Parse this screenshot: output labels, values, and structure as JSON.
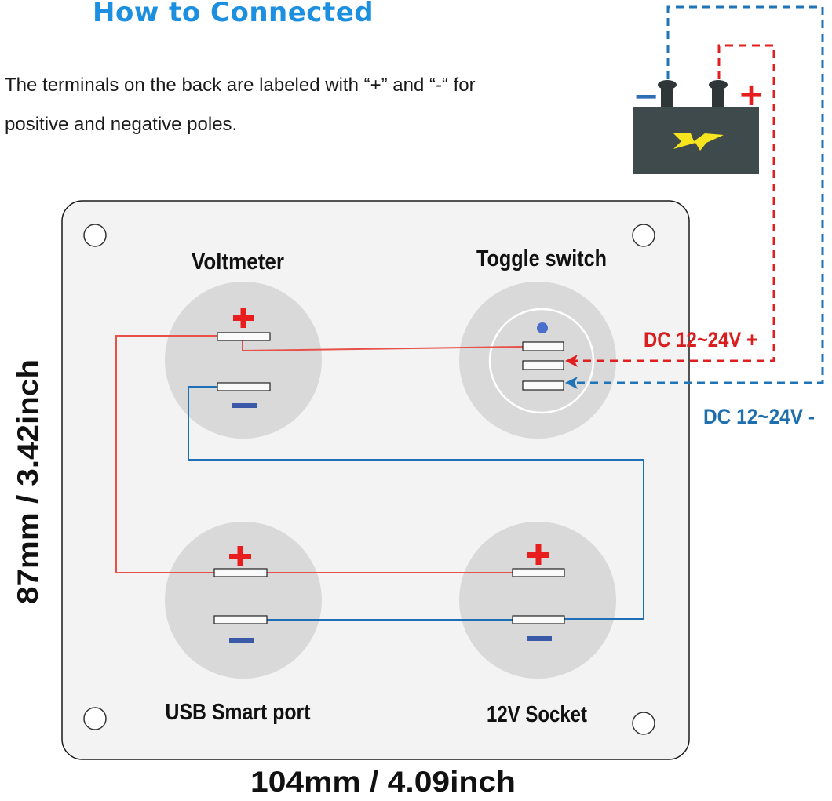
{
  "title": "How to Connected",
  "description": {
    "line1": "The terminals on the back are labeled with “+” and “-“ for",
    "line2": "positive and negative poles."
  },
  "panel": {
    "components": {
      "voltmeter": "Voltmeter",
      "toggle_switch": "Toggle switch",
      "usb_port": "USB Smart port",
      "socket": "12V Socket"
    }
  },
  "battery": {
    "positive_symbol": "+",
    "negative_symbol": "−"
  },
  "supply": {
    "positive": "DC 12~24V +",
    "negative": "DC 12~24V  -"
  },
  "dimensions": {
    "width": "104mm / 4.09inch",
    "height": "87mm / 3.42inch"
  },
  "colors": {
    "title": "#1c8fe0",
    "positive_wire": "#e8504a",
    "negative_wire": "#1e6fb5",
    "positive_dashed": "#e02020",
    "negative_dashed": "#1f74b8",
    "panel_bg": "#f2f2f2",
    "battery": "#3f4a4d",
    "bolt": "#f6e51e"
  }
}
